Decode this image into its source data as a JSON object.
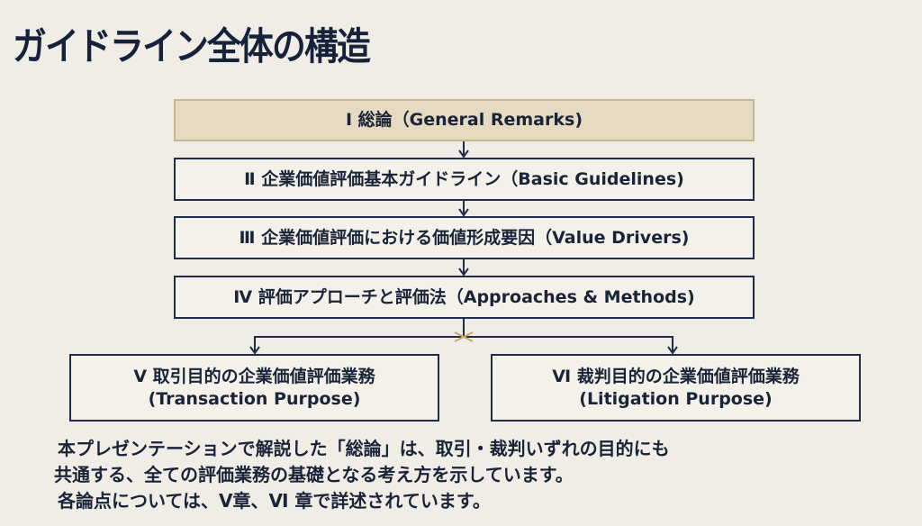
{
  "title": "ガイドライン全体の構造",
  "boxes": [
    {
      "label": "Ⅰ 総論（General Remarks)"
    },
    {
      "label": "Ⅱ 企業価値評価基本ガイドライン（Basic Guidelines)"
    },
    {
      "label": "Ⅲ 企業価値評価における価値形成要因（Value Drivers)"
    },
    {
      "label": "Ⅳ 評価アプローチと評価法（Approaches & Methods)"
    }
  ],
  "branches": [
    {
      "line1": "Ⅴ 取引目的の企業価値評価業務",
      "line2": "(Transaction Purpose)"
    },
    {
      "line1": "Ⅵ 裁判目的の企業価値評価業務",
      "line2": "(Litigation Purpose)"
    }
  ],
  "notes": [
    "本プレゼンテーションで解説した「総論」は、取引・裁判いずれの目的にも",
    "共通する、全ての評価業務の基礎となる考え方を示しています。",
    "各論点については、Ⅴ章、Ⅵ 章で詳述されています。"
  ],
  "colors": {
    "navy": "#1f2d4a",
    "highlight": "#e6dac0",
    "background": "#efede6",
    "accent": "#c8a96a"
  }
}
